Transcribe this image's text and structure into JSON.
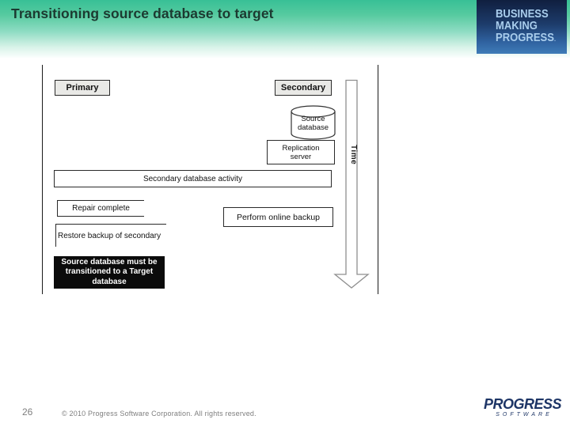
{
  "slide": {
    "title": "Transitioning source database to target",
    "page_number": "26",
    "copyright": "© 2010 Progress Software Corporation. All rights reserved."
  },
  "header_logo": {
    "line1": "BUSINESS",
    "line2": "MAKING",
    "line3": "PROGRESS",
    "tm": "."
  },
  "footer_logo": {
    "name": "PROGRESS",
    "sub": "SOFTWARE"
  },
  "diagram": {
    "primary_label": "Primary",
    "secondary_label": "Secondary",
    "source_db": {
      "line1": "Source",
      "line2": "database"
    },
    "replication": {
      "line1": "Replication",
      "line2": "server"
    },
    "time_label": "Time",
    "activity_label": "Secondary database activity",
    "repair_label": "Repair complete",
    "backup_label": "Perform online backup",
    "restore_label": "Restore backup of secondary",
    "transition_note": {
      "line1": "Source database must be",
      "line2": "transitioned to a Target",
      "line3": "database"
    }
  },
  "colors": {
    "header_gradient_top": "#38c096",
    "header_gradient_bottom": "#fbfefd",
    "title_text": "#1c3a31",
    "brand_box_top": "#101f3f",
    "brand_box_bottom": "#3f7cb8",
    "brand_text": "#a9cdec",
    "node_fill": "#e9e9e6",
    "border_dark": "#2a2a2a",
    "arrow_gray": "#8f8f8f",
    "note_bg": "#0b0b0b",
    "footer_gray": "#7e7e7e",
    "progress_navy": "#1d3566"
  }
}
